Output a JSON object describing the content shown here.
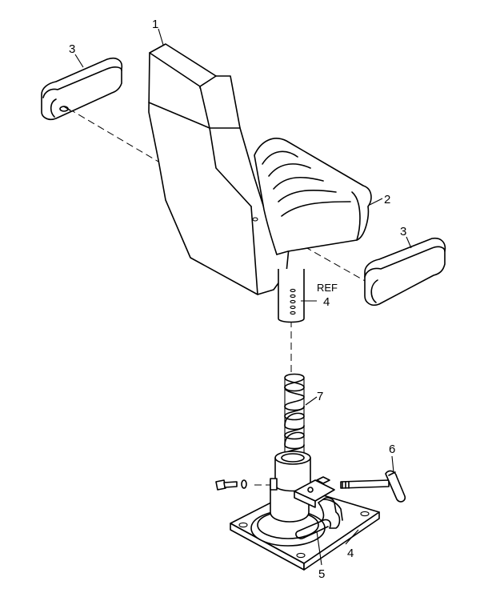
{
  "callouts": {
    "seat": "1",
    "seat_cushion": "2",
    "armrest_left": "3",
    "armrest_right": "3",
    "ref_label": "REF",
    "ref_number": "4",
    "base_plate": "4",
    "handle": "5",
    "lock_pin": "6",
    "spring": "7"
  }
}
